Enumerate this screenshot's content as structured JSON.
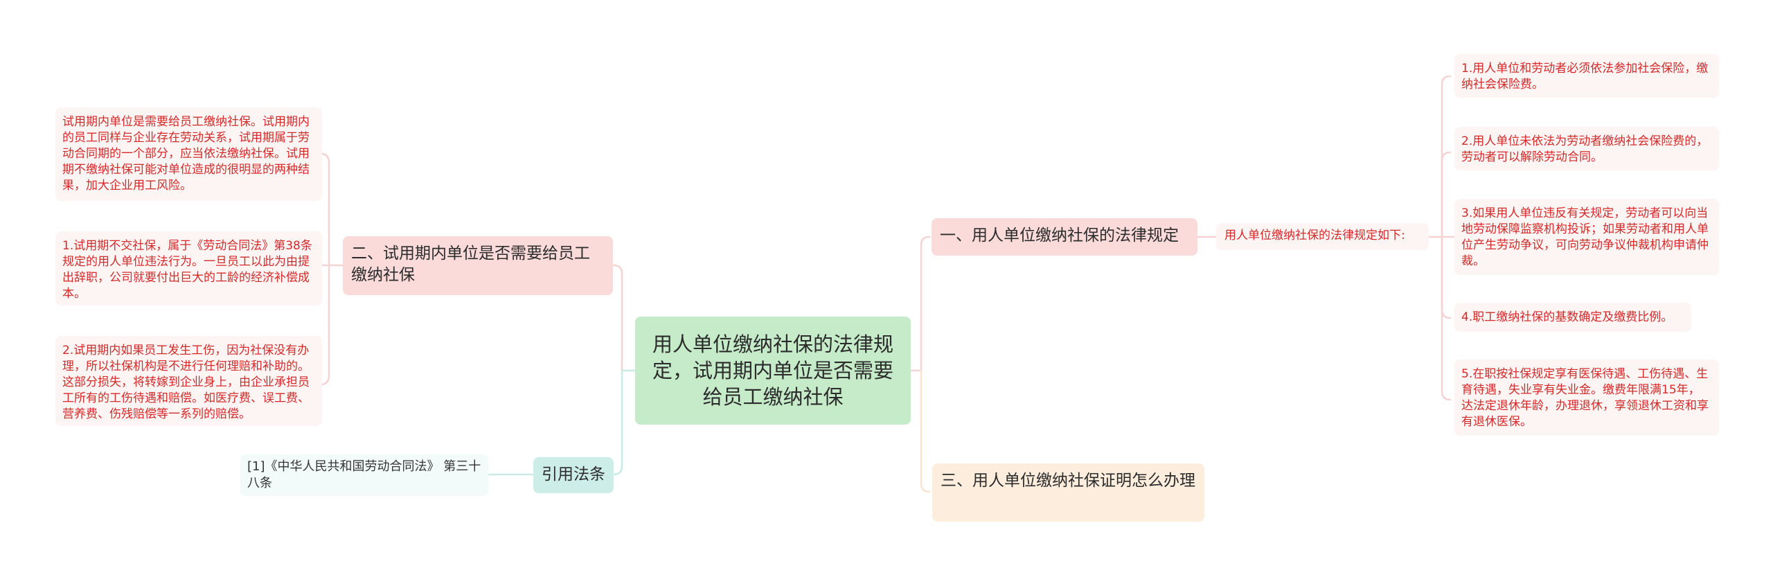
{
  "root": {
    "title": "用人单位缴纳社保的法律规定，试用期内单位是否需要给员工缴纳社保"
  },
  "branches": {
    "right_1": {
      "label": "一、用人单位缴纳社保的法律规定",
      "sub_label": "用人单位缴纳社保的法律规定如下:",
      "items": [
        "1.用人单位和劳动者必须依法参加社会保险，缴纳社会保险费。",
        "2.用人单位未依法为劳动者缴纳社会保险费的，劳动者可以解除劳动合同。",
        "3.如果用人单位违反有关规定，劳动者可以向当地劳动保障监察机构投诉；如果劳动者和用人单位产生劳动争议，可向劳动争议仲裁机构申请仲裁。",
        "4.职工缴纳社保的基数确定及缴费比例。",
        "5.在职按社保规定享有医保待遇、工伤待遇、生育待遇，失业享有失业金。缴费年限满15年，达法定退休年龄，办理退休，享领退休工资和享有退休医保。"
      ]
    },
    "right_3": {
      "label": "三、用人单位缴纳社保证明怎么办理"
    },
    "left_2": {
      "label": "二、试用期内单位是否需要给员工缴纳社保",
      "items": [
        "试用期内单位是需要给员工缴纳社保。试用期内的员工同样与企业存在劳动关系，试用期属于劳动合同期的一个部分，应当依法缴纳社保。试用期不缴纳社保可能对单位造成的很明显的两种结果，加大企业用工风险。",
        "1.试用期不交社保，属于《劳动合同法》第38条规定的用人单位违法行为。一旦员工以此为由提出辞职，公司就要付出巨大的工龄的经济补偿成本。",
        "2.试用期内如果员工发生工伤，因为社保没有办理，所以社保机构是不进行任何理赔和补助的。这部分损失，将转嫁到企业身上，由企业承担员工所有的工伤待遇和赔偿。如医疗费、误工费、营养费、伤残赔偿等一系列的赔偿。"
      ]
    },
    "left_cite": {
      "label": "引用法条",
      "items": [
        "[1]《中华人民共和国劳动合同法》 第三十八条"
      ]
    }
  },
  "colors": {
    "root_bg": "#c6ebc9",
    "branch_pink_bg": "#fbdada",
    "branch_peach_bg": "#fdeddd",
    "branch_teal_bg": "#cdeee8",
    "leaf_bg": "#fdf4f4",
    "leaf_text": "#d42a2a",
    "link_pink": "#f5d3d3",
    "link_teal": "#c8ebe5",
    "link_peach": "#fbe3d0"
  }
}
